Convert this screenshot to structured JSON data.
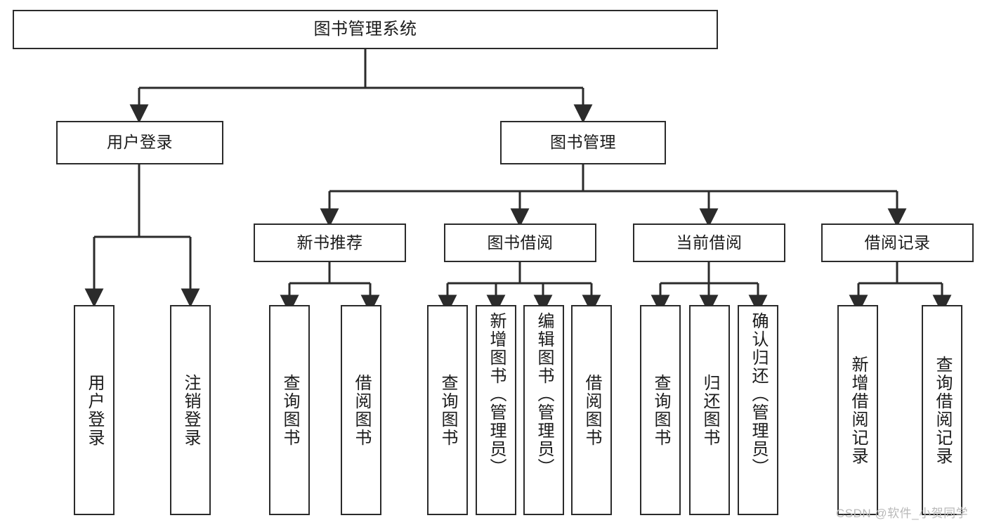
{
  "diagram": {
    "type": "tree-hierarchy",
    "title": "图书管理系统",
    "colors": {
      "box_border": "#2b2b2b",
      "box_fill": "#ffffff",
      "connector": "#2b2b2b",
      "text": "#1b1b1b",
      "watermark": "#b9b9b9",
      "background": "#ffffff"
    },
    "root": {
      "label": "图书管理系统"
    },
    "level2": [
      {
        "label": "用户登录"
      },
      {
        "label": "图书管理"
      }
    ],
    "level3": [
      {
        "label": "新书推荐"
      },
      {
        "label": "图书借阅"
      },
      {
        "label": "当前借阅"
      },
      {
        "label": "借阅记录"
      }
    ],
    "leaves": {
      "user_login": [
        {
          "label": "用户登录"
        },
        {
          "label": "注销登录"
        }
      ],
      "new_book_recommend": [
        {
          "label": "查询图书"
        },
        {
          "label": "借阅图书"
        }
      ],
      "book_borrow": [
        {
          "label": "查询图书"
        },
        {
          "label": "新增图书（管理员）"
        },
        {
          "label": "编辑图书（管理员）"
        },
        {
          "label": "借阅图书"
        }
      ],
      "current_borrow": [
        {
          "label": "查询图书"
        },
        {
          "label": "归还图书"
        },
        {
          "label": "确认归还（管理员）"
        }
      ],
      "borrow_record": [
        {
          "label": "新增借阅记录"
        },
        {
          "label": "查询借阅记录"
        }
      ]
    }
  },
  "watermark": {
    "text": "CSDN @软件_小贺同学"
  }
}
